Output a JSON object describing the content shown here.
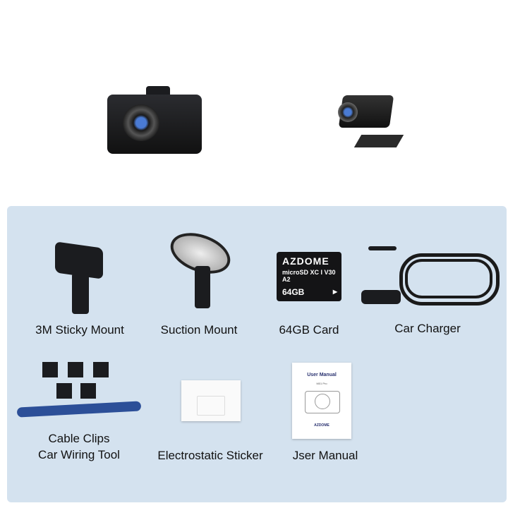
{
  "colors": {
    "panel": "#d4e2ef",
    "text": "#111111"
  },
  "products": {
    "dashcam": {
      "icon": "dash-camera-icon"
    },
    "rear_camera": {
      "icon": "rear-camera-icon"
    }
  },
  "accessories": [
    {
      "label": "3M Sticky Mount",
      "icon": "sticky-mount-icon"
    },
    {
      "label": "Suction Mount",
      "icon": "suction-mount-icon"
    },
    {
      "label": "64GB Card",
      "icon": "sd-card-icon"
    },
    {
      "label": "Car Charger",
      "icon": "car-charger-icon"
    },
    {
      "label": "Cable Clips",
      "label2": "Car Wiring Tool",
      "icon": "cable-clips-icon"
    },
    {
      "label": "Electrostatic Sticker",
      "icon": "sticker-icon"
    },
    {
      "label": "Jser Manual",
      "icon": "manual-icon"
    }
  ],
  "sd_card": {
    "brand": "AZDOME",
    "marks": "microSD XC  I  V30  A2",
    "capacity": "64GB"
  },
  "manual": {
    "title": "User Manual",
    "subtitle": "M01 Pro",
    "brand": "AZDOME"
  }
}
